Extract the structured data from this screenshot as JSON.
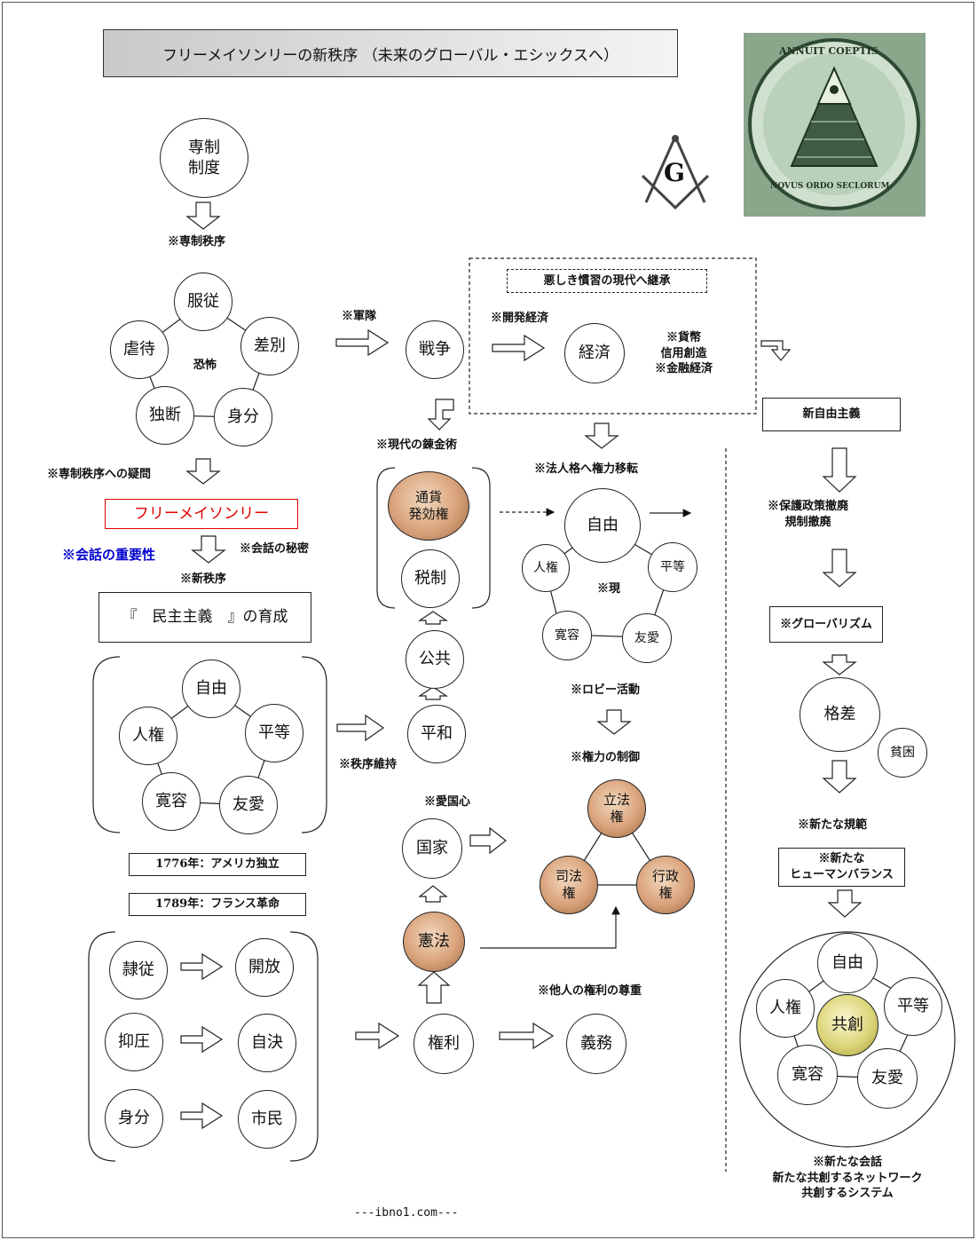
{
  "title": "フリーメイソンリーの新秩序 （未来のグローバル・エシックスへ）",
  "seal": {
    "top": "ANNUIT COEPTIS",
    "bottom": "NOVUS ORDO SECLORUM"
  },
  "compass_letter": "G",
  "despotism": {
    "circle": "専制\n制度",
    "order_label": "※専制秩序",
    "center": "恐怖",
    "nodes": [
      "服従",
      "差別",
      "身分",
      "独断",
      "虐待"
    ],
    "question_label": "※専制秩序への疑問"
  },
  "freemasonry": {
    "name": "フリーメイソンリー",
    "conversation_importance": "※会話の重要性",
    "conversation_secret": "※会話の秘密",
    "new_order_label": "※新秩序",
    "democracy_box": "『　民主主義　』の育成",
    "values": [
      "自由",
      "平等",
      "友愛",
      "寛容",
      "人権"
    ],
    "independence": "1776年：アメリカ独立",
    "revolution": "1789年：フランス革命",
    "transitions": [
      {
        "from": "隷従",
        "to": "開放"
      },
      {
        "from": "抑圧",
        "to": "自決"
      },
      {
        "from": "身分",
        "to": "市民"
      }
    ]
  },
  "center_col": {
    "army_label": "※軍隊",
    "war": "戦争",
    "alchemy_label": "※現代の錬金術",
    "currency": "通貨\n発効権",
    "tax": "税制",
    "public": "公共",
    "peace": "平和",
    "order_maintenance": "※秩序維持",
    "patriotism": "※愛国心",
    "nation": "国家",
    "constitution": "憲法",
    "rights": "権利",
    "respect_label": "※他人の権利の尊重",
    "duty": "義務"
  },
  "economy": {
    "legacy_box": "悪しき慣習の現代へ継承",
    "dev_label": "※開発経済",
    "economy": "経済",
    "money_label": "※貨幣\n信用創造\n※金融経済"
  },
  "corporate": {
    "transfer_label": "※法人格へ権力移転",
    "center": "※現",
    "nodes": [
      "自由",
      "平等",
      "友愛",
      "寛容",
      "人権"
    ],
    "lobby_label": "※ロビー活動",
    "control_label": "※権力の制御",
    "powers": [
      "立法\n権",
      "行政\n権",
      "司法\n権"
    ]
  },
  "right_col": {
    "neoliberalism": "新自由主義",
    "deregulation": "※保護政策撤廃\n規制撤廃",
    "globalism": "※グローバリズム",
    "disparity": "格差",
    "poverty": "貧困",
    "new_norm_label": "※新たな規範",
    "balance_box": "※新たな\nヒューマンバランス",
    "co_creation": "共創",
    "values": [
      "自由",
      "平等",
      "友愛",
      "寛容",
      "人権"
    ],
    "footer_label": "※新たな会話\n新たな共創するネットワーク\n共創するシステム"
  },
  "credit": "---ibno1.com---",
  "colors": {
    "freemason_red": "#e00000",
    "blue_label": "#0000cc",
    "bronze": "#c8906a",
    "gold": "#dcd57a"
  }
}
